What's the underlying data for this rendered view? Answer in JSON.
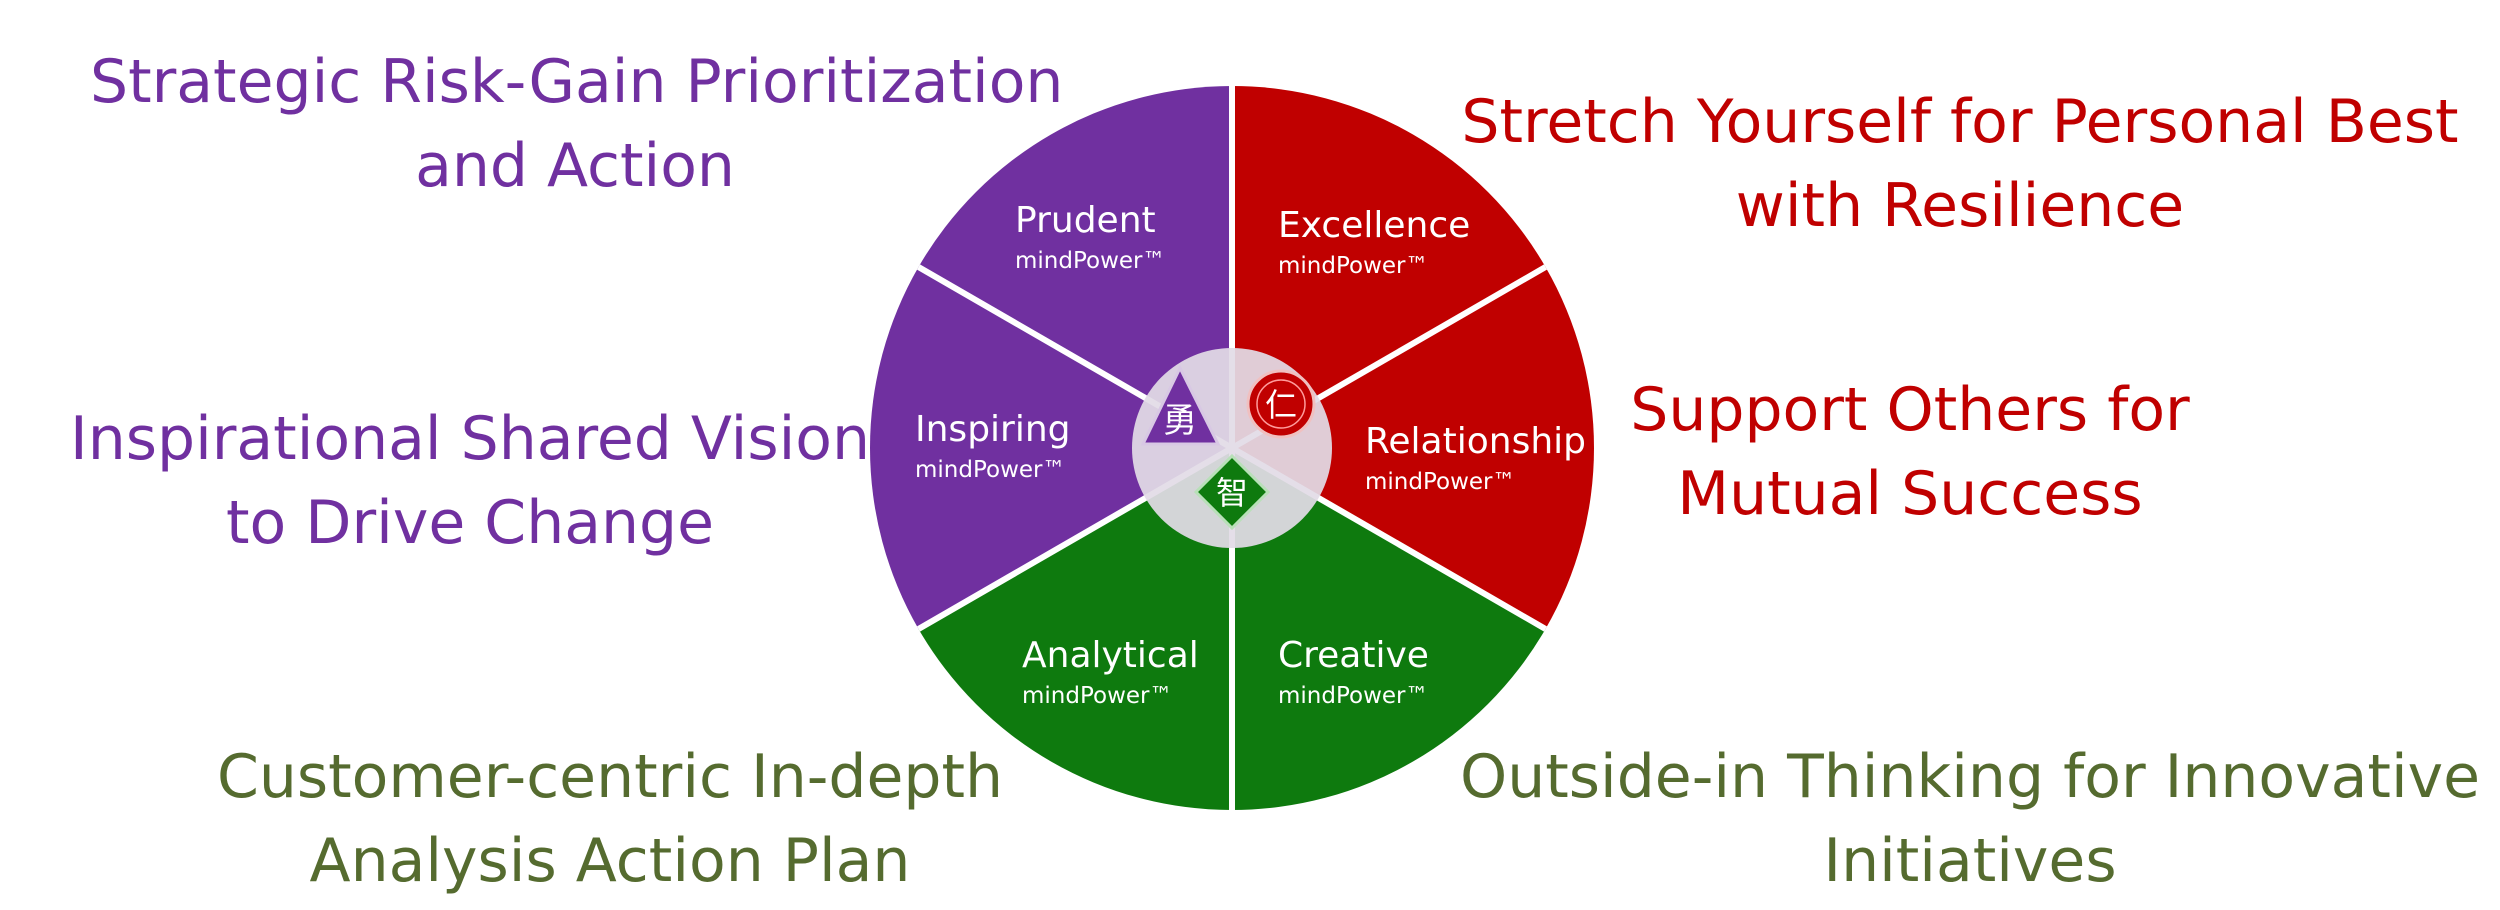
{
  "colors": {
    "purple": "#7030a0",
    "red": "#c00000",
    "green": "#0e7a0e",
    "olive_text": "#556b2f",
    "hub": "#e2dce6"
  },
  "captions": {
    "top_left": {
      "lines": [
        "Strategic Risk-Gain Prioritization",
        "and Action"
      ],
      "color": "#7030a0"
    },
    "mid_left": {
      "lines": [
        "Inspirational Shared Vision",
        "to Drive Change"
      ],
      "color": "#7030a0"
    },
    "bottom_left": {
      "lines": [
        "Customer-centric In-depth",
        "Analysis Action Plan"
      ],
      "color": "#556b2f"
    },
    "top_right": {
      "lines": [
        "Stretch Yourself for Personal Best",
        "with Resilience"
      ],
      "color": "#c00000"
    },
    "mid_right": {
      "lines": [
        "Support Others for",
        "Mutual Success"
      ],
      "color": "#c00000"
    },
    "bottom_right": {
      "lines": [
        "Outside-in Thinking for Innovative",
        "Initiatives"
      ],
      "color": "#556b2f"
    }
  },
  "segments": [
    {
      "key": "excellence",
      "title": "Excellence",
      "subtitle": "mindPower™",
      "color": "#c00000"
    },
    {
      "key": "relationship",
      "title": "Relationship",
      "subtitle": "mindPower™",
      "color": "#c00000"
    },
    {
      "key": "creative",
      "title": "Creative",
      "subtitle": "mindPower™",
      "color": "#0e7a0e"
    },
    {
      "key": "analytical",
      "title": "Analytical",
      "subtitle": "mindPower™",
      "color": "#0e7a0e"
    },
    {
      "key": "inspiring",
      "title": "Inspiring",
      "subtitle": "mindPower™",
      "color": "#7030a0"
    },
    {
      "key": "prudent",
      "title": "Prudent",
      "subtitle": "mindPower™",
      "color": "#7030a0"
    }
  ],
  "hub_icons": {
    "courage": {
      "glyph": "勇",
      "name": "triangle-courage-icon",
      "color": "#7030a0"
    },
    "benevolence": {
      "glyph": "仁",
      "name": "circle-benevolence-icon",
      "color": "#c00000"
    },
    "wisdom": {
      "glyph": "智",
      "name": "diamond-wisdom-icon",
      "color": "#0e7a0e"
    }
  }
}
